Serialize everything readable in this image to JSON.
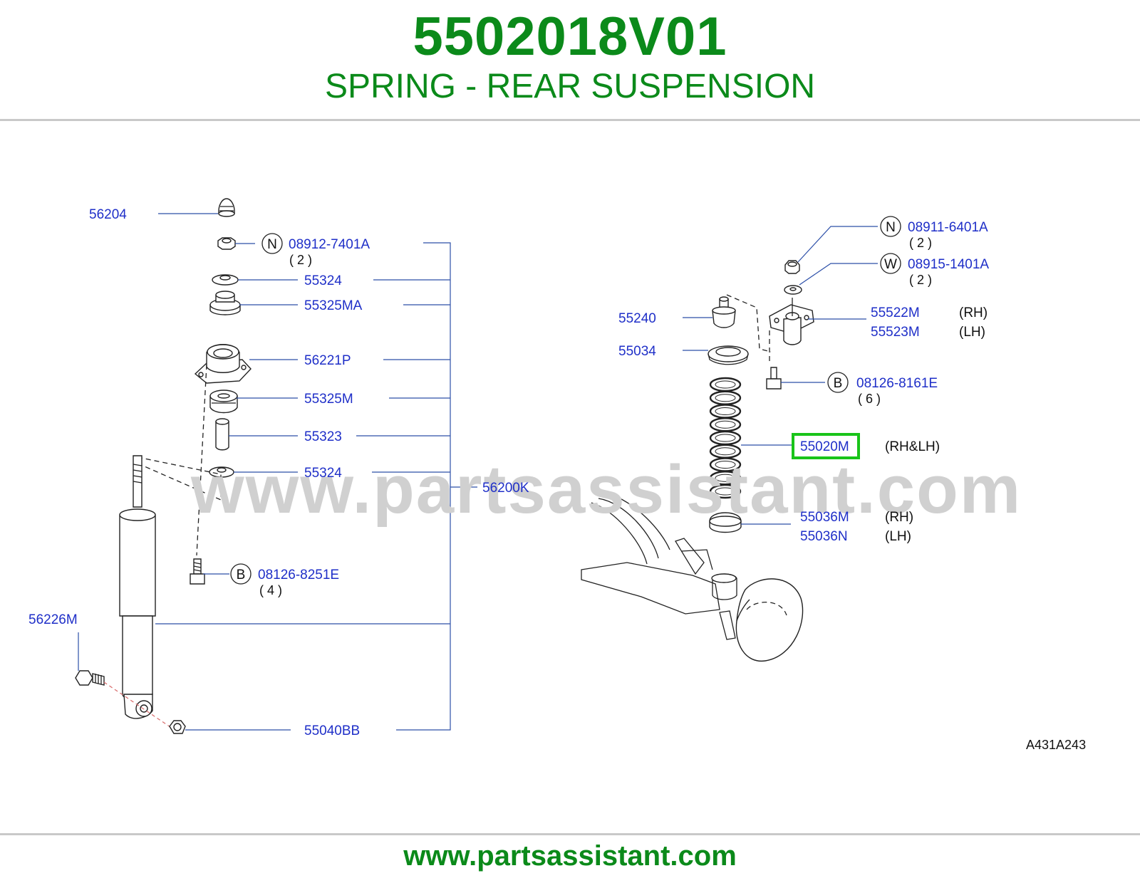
{
  "header": {
    "part_number": "5502018V01",
    "title": "SPRING - REAR SUSPENSION"
  },
  "footer": {
    "site": "www.partsassistant.com"
  },
  "watermark": "www.partsassistant.com",
  "reference": "A431A243",
  "highlight_color": "#19c419",
  "brand_color": "#0b8a1a",
  "label_color": "#1f2fc8",
  "labels": {
    "p56204": "56204",
    "p08912": "08912-7401A",
    "q08912": "( 2 )",
    "p55324a": "55324",
    "p55325ma": "55325MA",
    "p56221p": "56221P",
    "p55325m": "55325M",
    "p55323": "55323",
    "p55324b": "55324",
    "p56200k": "56200K",
    "p08126_8251": "08126-8251E",
    "q08126_8251": "( 4 )",
    "p56226m": "56226M",
    "p55040bb": "55040BB",
    "p08911": "08911-6401A",
    "q08911": "( 2 )",
    "p08915": "08915-1401A",
    "q08915": "( 2 )",
    "p55240": "55240",
    "p55522m": "55522M",
    "n55522m": "(RH)",
    "p55523m": "55523M",
    "n55523m": "(LH)",
    "p55034": "55034",
    "p08126_8161": "08126-8161E",
    "q08126_8161": "( 6 )",
    "p55020m": "55020M",
    "n55020m": "(RH&LH)",
    "p55036m": "55036M",
    "n55036m": "(RH)",
    "p55036n": "55036N",
    "n55036n": "(LH)"
  },
  "callouts": {
    "c1": "N",
    "c2": "B",
    "c3": "N",
    "c4": "W",
    "c5": "B"
  }
}
